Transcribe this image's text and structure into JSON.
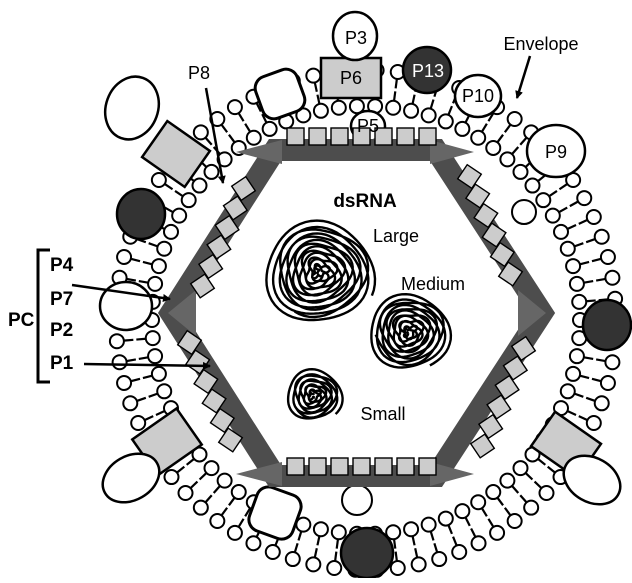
{
  "labels": {
    "dsrna": "dsRNA",
    "large": "Large",
    "medium": "Medium",
    "small": "Small",
    "envelope": "Envelope",
    "p8": "P8",
    "p3": "P3",
    "p6": "P6",
    "p13": "P13",
    "p10": "P10",
    "p5": "P5",
    "p9": "P9",
    "pc": "PC",
    "p4": "P4",
    "p7": "P7",
    "p2": "P2",
    "p1": "P1"
  },
  "colors": {
    "shell": "#4d4d4d",
    "light_box": "#cccccc",
    "dark_protein": "#333333",
    "arrow_fill": "#666666",
    "line": "#000000"
  }
}
